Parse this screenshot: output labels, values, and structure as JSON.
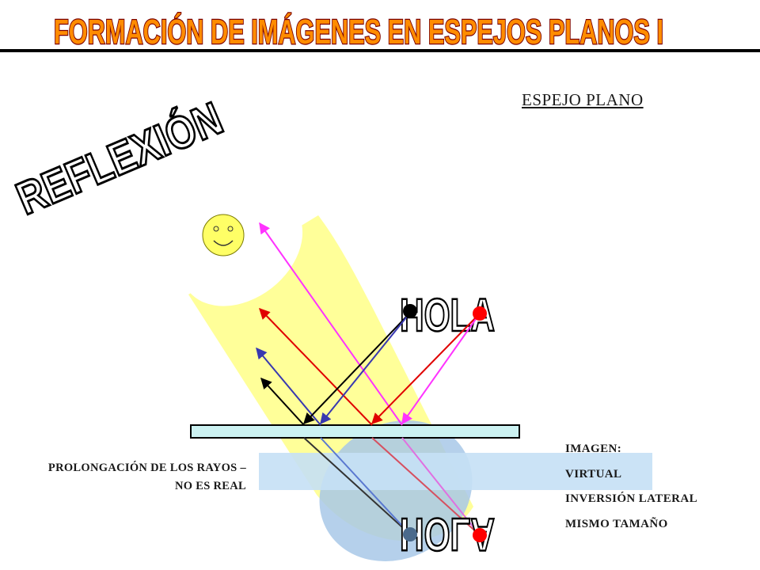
{
  "title": "FORMACIÓN DE IMÁGENES EN ESPEJOS PLANOS I",
  "subtitle": "ESPEJO PLANO",
  "big_label": "REFLEXIÓN",
  "object_word": "HOLA",
  "image_word": "HOLA",
  "prolongation_label": "PROLONGACIÓN DE LOS RAYOS – NO ES REAL",
  "image_properties": [
    "IMAGEN:",
    "VIRTUAL",
    "INVERSIÓN LATERAL",
    "MISMO TAMAÑO"
  ],
  "colors": {
    "title_fill": "#ff8c00",
    "title_stroke": "#7a0000",
    "light_beam": "#ffff99",
    "mirror": "#ccf2f2",
    "image_zone": "#c5e0f5",
    "ray_black": "#000000",
    "ray_blue": "#3838b0",
    "ray_red": "#e00000",
    "ray_magenta": "#ff33ff",
    "object_dot_dark": "#000000",
    "object_dot_red": "#ff0000",
    "image_dot_dark": "#4a6a8c",
    "image_dot_red": "#ff0000",
    "sun_face": "#ffff66"
  },
  "icons": [
    "smiley-face-icon"
  ]
}
